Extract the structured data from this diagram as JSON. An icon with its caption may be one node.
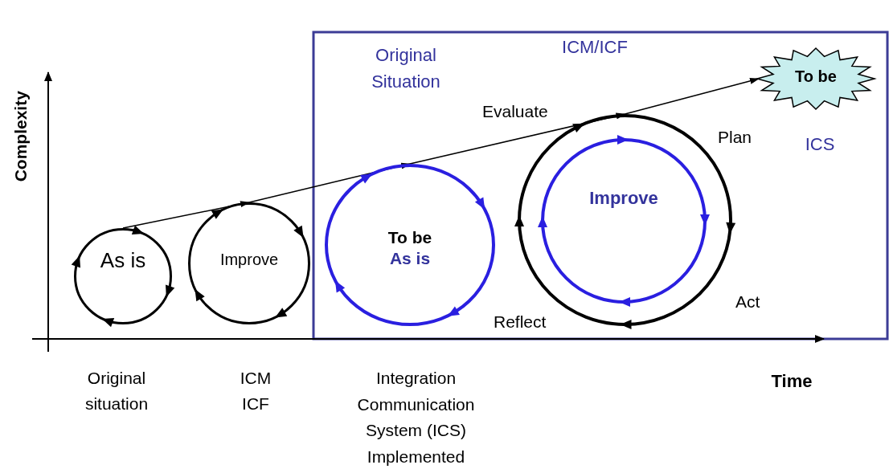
{
  "diagram": {
    "nodes": [
      {
        "text": [
          "As is"
        ]
      },
      {
        "text": [
          "Improve"
        ]
      },
      {
        "text": [
          "To be",
          "As is"
        ]
      },
      {
        "text": [],
        "shape": "circle",
        "beside": [
          "Evaluate",
          "Plan",
          "Act",
          "Reflect"
        ]
      },
      {
        "text": [
          "Improve"
        ],
        "in": 3
      },
      {
        "text": [
          "To be"
        ]
      }
    ],
    "edges": [
      {
        "from": 0,
        "to": 1,
        "arrow": "to"
      },
      {
        "from": 1,
        "to": 2,
        "arrow": "to"
      },
      {
        "from": 2,
        "to": 3,
        "arrow": "to"
      },
      {
        "from": 3,
        "to": 5,
        "arrow": "to"
      }
    ],
    "labels": [
      "Original Situation",
      "ICM/ICF",
      "ICS",
      "Complexity",
      "Time",
      "Original situation",
      "ICM ICF",
      "Integration Communication System (ICS) Implemented"
    ]
  }
}
